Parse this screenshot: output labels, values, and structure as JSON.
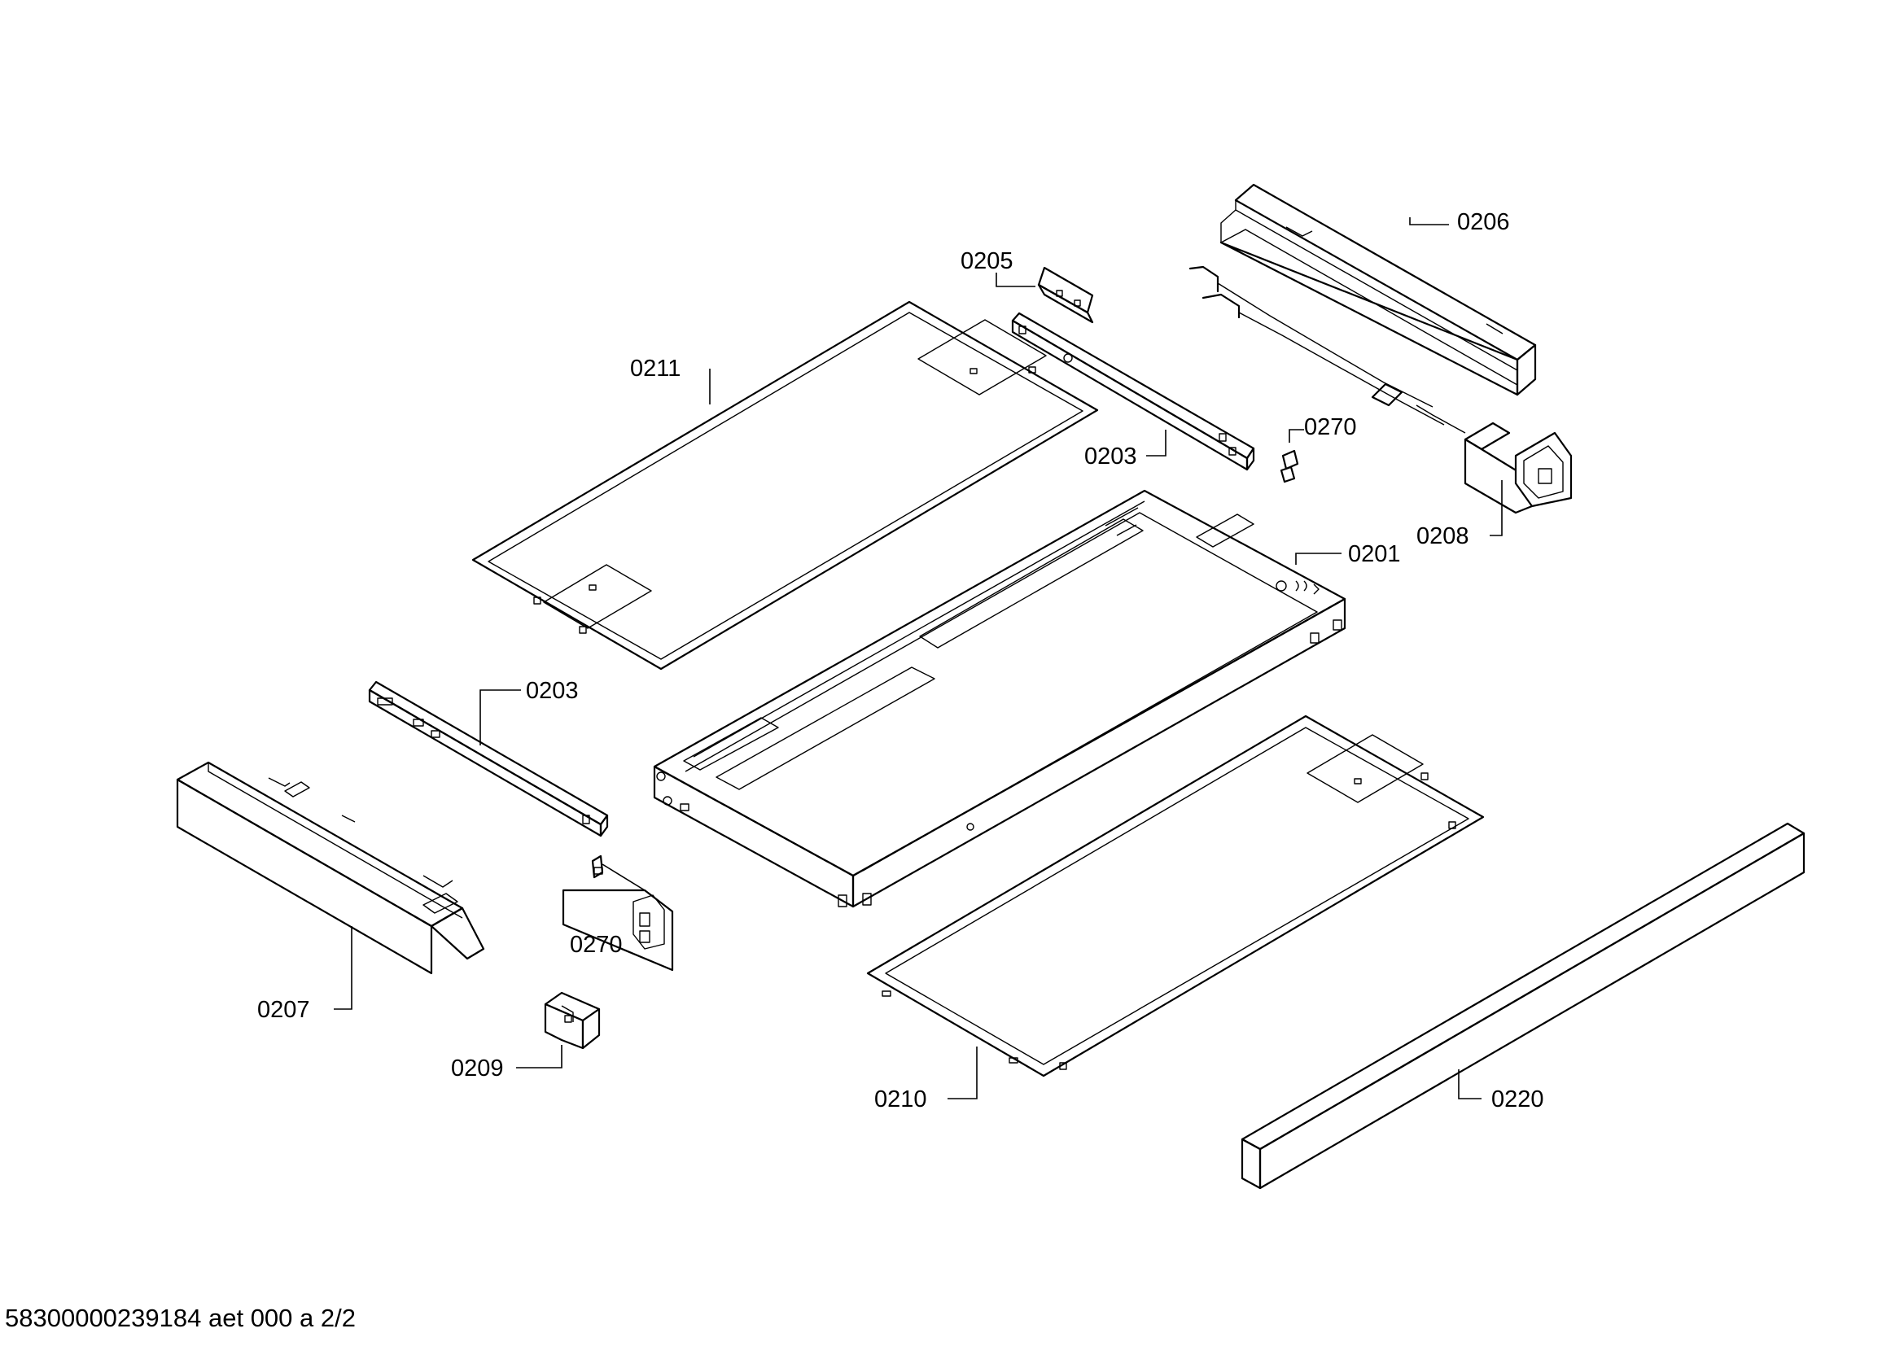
{
  "diagram": {
    "labels": {
      "l0206": "0206",
      "l0205": "0205",
      "l0211": "0211",
      "l0270a": "0270",
      "l0203a": "0203",
      "l0208": "0208",
      "l0201": "0201",
      "l0203b": "0203",
      "l0270b": "0270",
      "l0207": "0207",
      "l0209": "0209",
      "l0210": "0210",
      "l0220": "0220"
    },
    "footer": "58300000239184 aet 000 a 2/2"
  }
}
